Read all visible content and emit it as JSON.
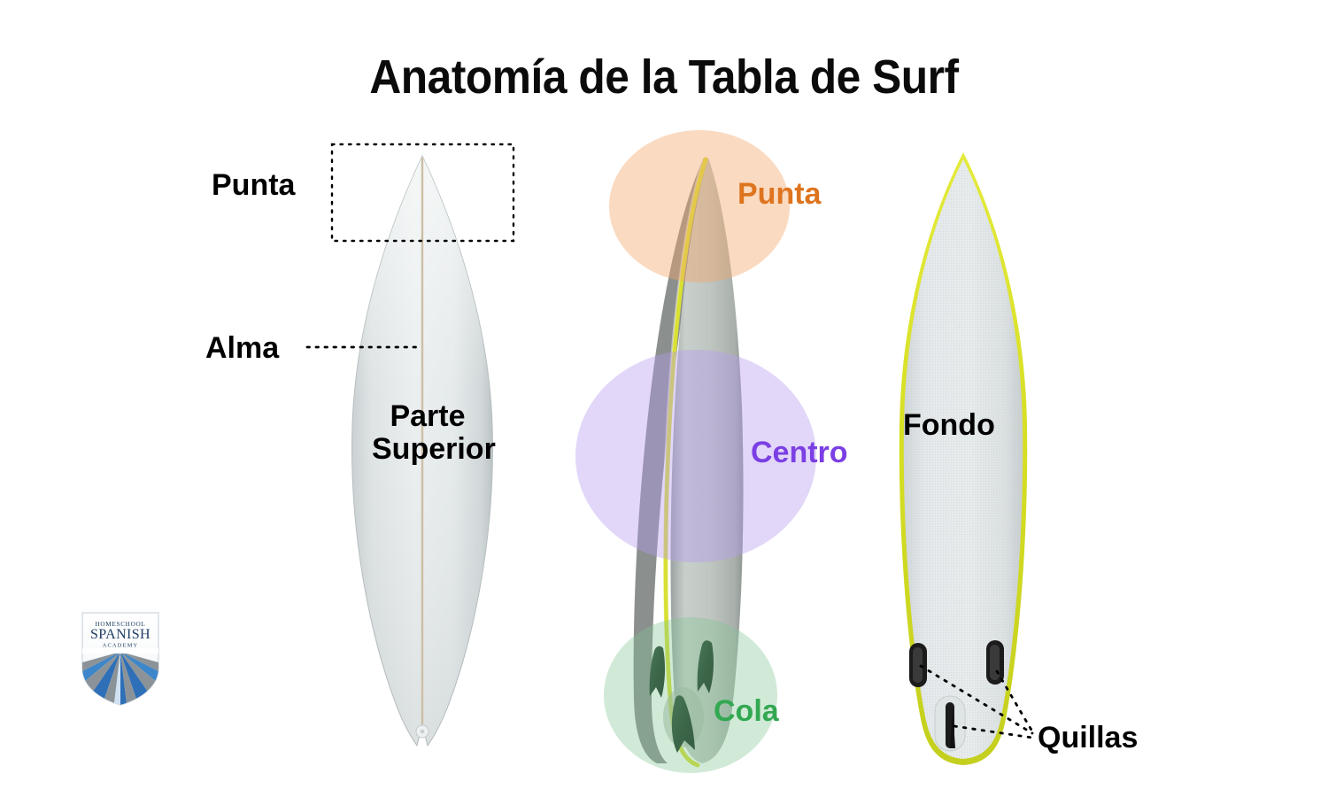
{
  "page": {
    "title": "Anatomía de la Tabla de Surf",
    "background": "#ffffff"
  },
  "colors": {
    "text": "#000000",
    "punta": "#de741f",
    "punta_circle": "#f7d2b4",
    "centro": "#7b3fe4",
    "centro_circle": "#ddd1f5",
    "cola": "#33a852",
    "cola_circle": "#cfe9d4",
    "rail_yellow": "#d8e034",
    "board_light": "#e3e7e8",
    "board_shadow": "#b9c0c0",
    "stringer": "#cdbfa4",
    "fin_dark": "#183325",
    "logo_blue": "#2e6fb7",
    "logo_gray": "#8b9398",
    "logo_navy": "#1d3d63"
  },
  "boards": [
    {
      "id": "board-deck",
      "view_label": "Parte Superior",
      "tail": "swallow",
      "annotations": [
        "Punta",
        "Alma"
      ]
    },
    {
      "id": "board-rail",
      "view_label": "",
      "tail": "round",
      "annotations": [
        "Punta",
        "Centro",
        "Cola"
      ]
    },
    {
      "id": "board-bottom",
      "view_label": "Fondo",
      "tail": "squash",
      "annotations": [
        "Quillas"
      ]
    }
  ],
  "labels": {
    "punta_left": "Punta",
    "alma": "Alma",
    "parte_superior": "Parte\nSuperior",
    "parte_superior_line1": "Parte",
    "parte_superior_line2": "Superior",
    "punta_mid": "Punta",
    "centro": "Centro",
    "cola": "Cola",
    "fondo": "Fondo",
    "quillas": "Quillas"
  },
  "logo": {
    "line1": "HOMESCHOOL",
    "line2": "SPANISH",
    "line3": "ACADEMY"
  },
  "fins": {
    "count_bottom": 3,
    "count_rail": 3
  }
}
